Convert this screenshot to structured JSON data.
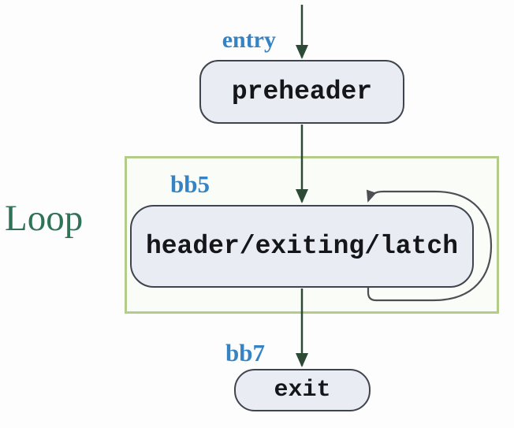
{
  "diagram": {
    "type": "control-flow-graph",
    "region": {
      "label": "Loop"
    },
    "nodes": [
      {
        "id": "preheader",
        "label": "preheader"
      },
      {
        "id": "loop-body",
        "label": "header/exiting/latch"
      },
      {
        "id": "exit",
        "label": "exit"
      }
    ],
    "edge_labels": {
      "entry": "entry",
      "bb5": "bb5",
      "bb7": "bb7"
    },
    "colors": {
      "edge_label_blue": "#3583c3",
      "region_label_green": "#2f7257",
      "region_border_green": "#b4cc8a",
      "node_fill": "#eaecf3",
      "node_border": "#3f444e",
      "node_text": "#15161a",
      "arrow_stroke": "#2c4a36",
      "self_loop_stroke": "#4d4f55"
    }
  }
}
